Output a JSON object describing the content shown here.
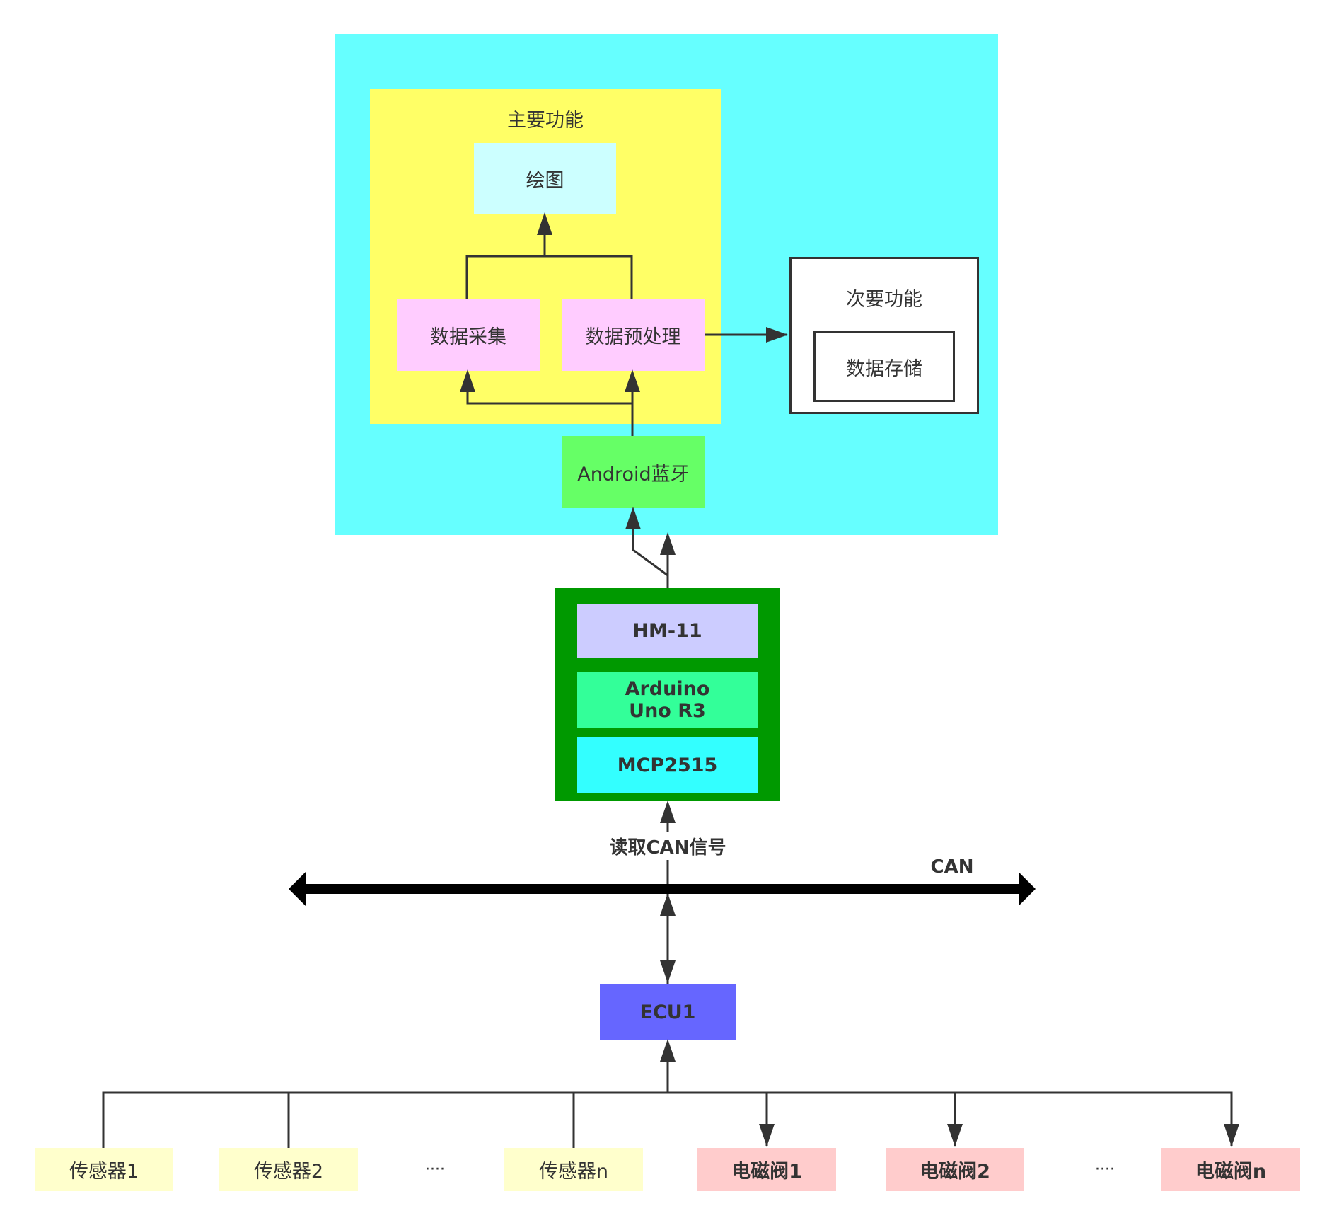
{
  "phone": {
    "main_function": {
      "title": "主要功能",
      "plot": "绘图",
      "data_acquisition": "数据采集",
      "data_preprocessing": "数据预处理"
    },
    "bluetooth": "Android蓝牙",
    "secondary_function": {
      "title": "次要功能",
      "data_storage": "数据存储"
    }
  },
  "module": {
    "hm11": "HM-11",
    "arduino": "Arduino Uno R3",
    "mcp2515": "MCP2515"
  },
  "bus": {
    "read_label": "读取CAN信号",
    "can_label": "CAN"
  },
  "ecu": "ECU1",
  "devices": {
    "sensors": [
      "传感器1",
      "传感器2",
      "传感器n"
    ],
    "valves": [
      "电磁阀1",
      "电磁阀2",
      "电磁阀n"
    ],
    "ellipsis": "····"
  },
  "colors": {
    "phone_bg": "#66ffff",
    "main_bg": "#ffff66",
    "plot_bg": "#ccffff",
    "process_bg": "#ffccff",
    "bluetooth_bg": "#66ff66",
    "module_frame": "#009900",
    "hm11_bg": "#ccccff",
    "arduino_bg": "#33ff99",
    "mcp_bg": "#33ffff",
    "ecu_bg": "#6666ff",
    "sensor_bg": "#ffffcc",
    "valve_bg": "#ffcccc"
  }
}
